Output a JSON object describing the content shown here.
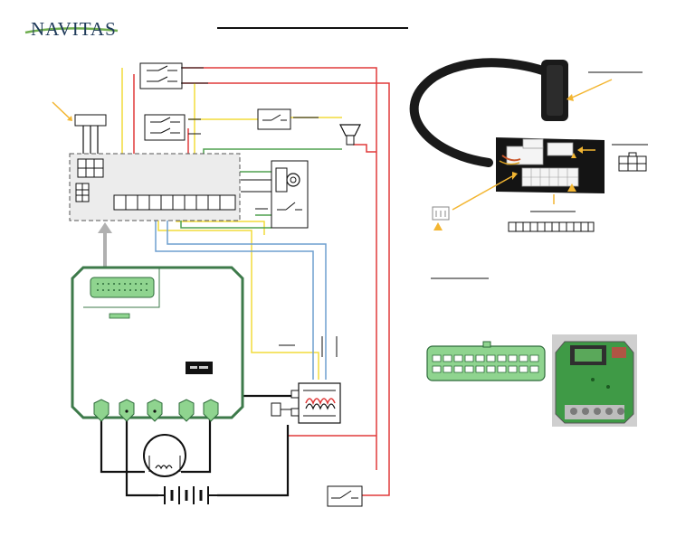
{
  "header": {
    "logo_text": "NAVITAS"
  },
  "colors": {
    "wire_red": "#e03a3a",
    "wire_yellow": "#f2dc3a",
    "wire_green": "#4fa04f",
    "wire_blue": "#6f9fcf",
    "wire_black": "#111111",
    "controller_outline": "#3d7a4a",
    "connector_green": "#8fd48f",
    "callout_orange": "#f3b632",
    "harness_box_fill": "#ececec"
  },
  "diagram": {
    "components": [
      "logo-icon",
      "relay-top",
      "relay-mid",
      "inline-switch",
      "horn-icon",
      "harness-connector",
      "harness-box",
      "terminal-strip",
      "limit-switch-box",
      "controller-box",
      "controller-db-connector",
      "motor-icon",
      "battery-icon",
      "solenoid-icon",
      "key-switch",
      "adapter-cable-photo",
      "connector-6pin-icon",
      "connector-12pin-strip",
      "db-connector-large",
      "controller-photo"
    ]
  }
}
